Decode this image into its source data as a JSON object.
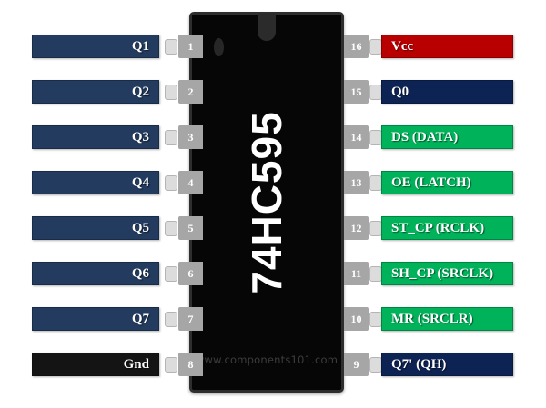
{
  "chip": {
    "part_number": "74HC595",
    "watermark": "www.components101.com",
    "notch_icon": "chip-notch",
    "pin1_marker_icon": "pin1-dot"
  },
  "colors": {
    "chip_body": "#060606",
    "chip_border": "#2e2e2e",
    "pin_pad": "#a6a6a6",
    "pin_lead": "#dcdcdc",
    "output_navy": "#223b5e",
    "data_navy": "#0d2354",
    "ground_black": "#141414",
    "power_red": "#b80000",
    "control_green": "#00b25a",
    "label_text": "#ffffff"
  },
  "pins": {
    "left": [
      {
        "number": "1",
        "label": "Q1",
        "color": "#223b5e"
      },
      {
        "number": "2",
        "label": "Q2",
        "color": "#223b5e"
      },
      {
        "number": "3",
        "label": "Q3",
        "color": "#223b5e"
      },
      {
        "number": "4",
        "label": "Q4",
        "color": "#223b5e"
      },
      {
        "number": "5",
        "label": "Q5",
        "color": "#223b5e"
      },
      {
        "number": "6",
        "label": "Q6",
        "color": "#223b5e"
      },
      {
        "number": "7",
        "label": "Q7",
        "color": "#223b5e"
      },
      {
        "number": "8",
        "label": "Gnd",
        "color": "#141414"
      }
    ],
    "right": [
      {
        "number": "16",
        "label": "Vcc",
        "color": "#b80000"
      },
      {
        "number": "15",
        "label": "Q0",
        "color": "#0d2354"
      },
      {
        "number": "14",
        "label": "DS (DATA)",
        "color": "#00b25a"
      },
      {
        "number": "13",
        "label": "OE (LATCH)",
        "color": "#00b25a"
      },
      {
        "number": "12",
        "label": "ST_CP (RCLK)",
        "color": "#00b25a"
      },
      {
        "number": "11",
        "label": "SH_CP (SRCLK)",
        "color": "#00b25a"
      },
      {
        "number": "10",
        "label": "MR (SRCLR)",
        "color": "#00b25a"
      },
      {
        "number": "9",
        "label": "Q7' (QH)",
        "color": "#0d2354"
      }
    ]
  }
}
